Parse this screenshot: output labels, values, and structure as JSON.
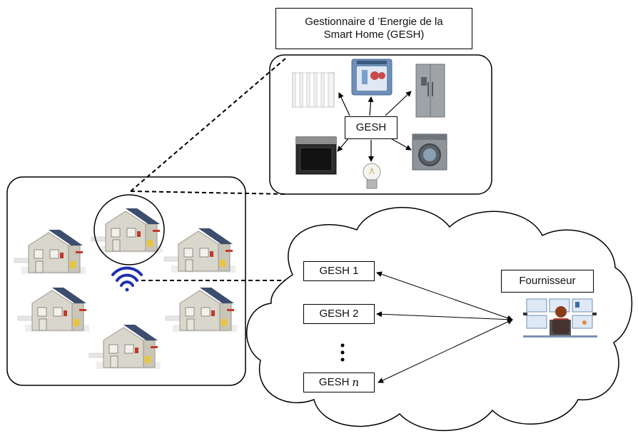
{
  "title": {
    "line1": "Gestionnaire d ’Energie de la",
    "line2": "Smart Home (GESH)"
  },
  "hub_label": "GESH",
  "cloud": {
    "items": [
      {
        "label": "GESH 1",
        "suffix": ""
      },
      {
        "label": "GESH 2",
        "suffix": ""
      },
      {
        "label": "GESH",
        "suffix": "n"
      }
    ],
    "ellipsis": "⋮"
  },
  "provider_label": "Fournisseur",
  "appliances": [
    "radiator",
    "dishwasher",
    "refrigerator",
    "oven",
    "light-bulb",
    "washing-machine"
  ],
  "colors": {
    "wifi": "#1f2fb0",
    "roof": "#2b3a55",
    "house_wall": "#d9d6cc",
    "accent_red": "#c0392b"
  }
}
